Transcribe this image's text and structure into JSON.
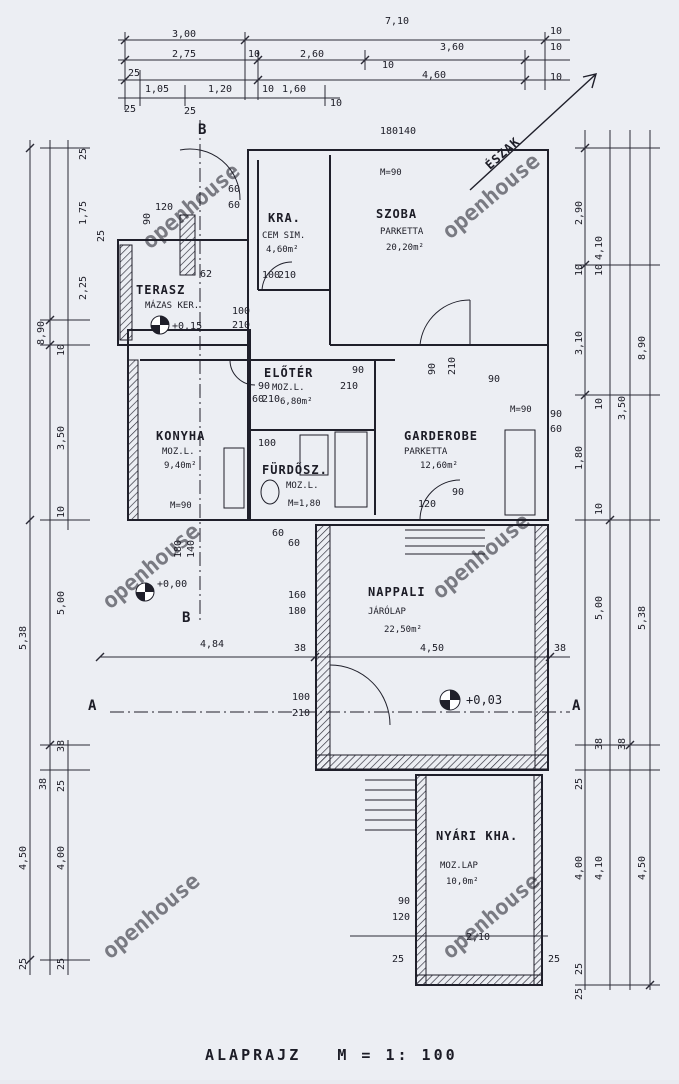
{
  "dimensions": {
    "top": [
      "3,00",
      "7,10",
      "2,75",
      "10",
      "2,60",
      "3,60",
      "10",
      "10",
      "1,05",
      "1,20",
      "10",
      "1,60",
      "10",
      "4,60",
      "10",
      "25",
      "25",
      "25",
      "10"
    ],
    "left": [
      "25",
      "1,75",
      "25",
      "2,25",
      "8,90",
      "10",
      "3,50",
      "10",
      "5,38",
      "5,00",
      "38",
      "25",
      "38",
      "4,50",
      "4,00",
      "25",
      "25"
    ],
    "right": [
      "2,90",
      "4,10",
      "10",
      "10",
      "3,10",
      "8,90",
      "3,50",
      "10",
      "1,80",
      "10",
      "5,00",
      "5,38",
      "38",
      "38",
      "25",
      "4,10",
      "4,50",
      "4,00",
      "25",
      "25"
    ],
    "interior": [
      "120",
      "90",
      "60",
      "60",
      "62",
      "100",
      "210",
      "100",
      "210",
      "180",
      "140",
      "90",
      "90",
      "210",
      "90",
      "90",
      "210",
      "60",
      "90",
      "60",
      "210",
      "100",
      "120",
      "90",
      "180",
      "140",
      "60",
      "60",
      "160",
      "180",
      "4,84",
      "38",
      "38",
      "4,50",
      "100",
      "210",
      "90",
      "120",
      "2,10",
      "25",
      "25"
    ]
  },
  "rooms": [
    {
      "name": "KRA.",
      "floor": "CEM SIM.",
      "area": "4,60m²"
    },
    {
      "name": "SZOBA",
      "floor": "PARKETTA",
      "area": "20,20m²"
    },
    {
      "name": "TERASZ",
      "floor": "MÁZAS KER."
    },
    {
      "name": "ELŐTÉR",
      "floor": "MOZ.L.",
      "area": "6,80m²"
    },
    {
      "name": "KONYHA",
      "floor": "MOZ.L.",
      "area": "9,40m²"
    },
    {
      "name": "FÜRDŐSZ.",
      "floor": "MOZ.L."
    },
    {
      "name": "GARDEROBE",
      "floor": "PARKETTA",
      "area": "12,60m²"
    },
    {
      "name": "NAPPALI",
      "floor": "JÁRÓLAP",
      "area": "22,50m²"
    },
    {
      "name": "NYÁRI KHA.",
      "floor": "MOZ.LAP",
      "area": "10,0m²"
    }
  ],
  "levels": [
    "+0,15",
    "+0,00",
    "+0,03"
  ],
  "section_markers": [
    "A",
    "A",
    "B",
    "B"
  ],
  "labels": {
    "north": "ÉSZAK",
    "height_note": "M=1,80",
    "m90_a": "M=90",
    "m90_b": "M=90",
    "m90_c": "M=90"
  },
  "watermark": "openhouse",
  "title": "ALAPRAJZ   M = 1: 100"
}
